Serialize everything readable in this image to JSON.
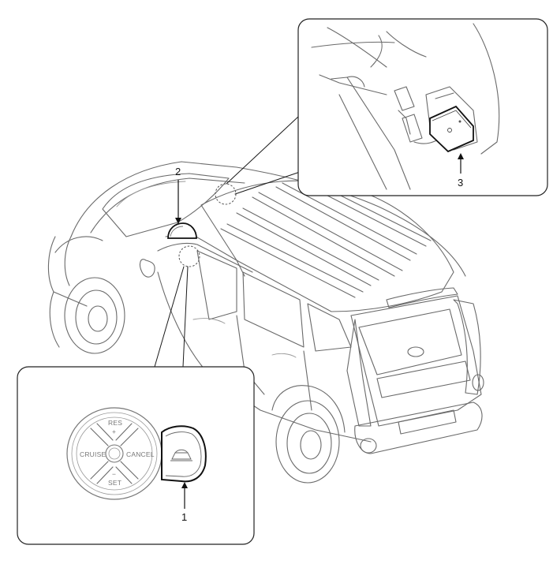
{
  "callouts": {
    "part1": "1",
    "part2": "2",
    "part3": "3"
  },
  "switch_labels": {
    "res": "RES",
    "plus": "+",
    "cruise": "CRUISE",
    "cancel": "CANCEL",
    "minus": "−",
    "set": "SET"
  },
  "colors": {
    "line": "#6a6a6a",
    "emphasis": "#1a1a1a",
    "background": "#ffffff"
  }
}
